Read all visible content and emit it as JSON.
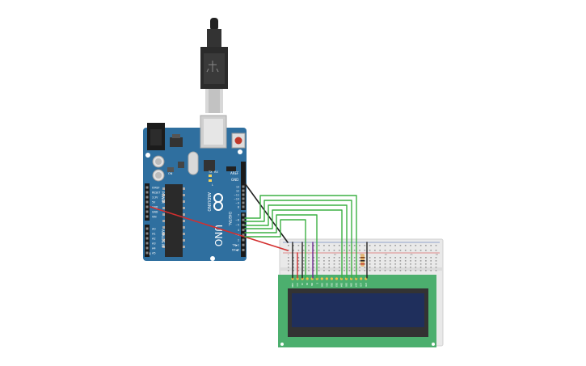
{
  "arduino": {
    "board_name": "UNO",
    "brand": "ARDUINO",
    "label_digital": "DIGITAL",
    "label_power": "POWER",
    "label_analog": "ANALOG IN",
    "label_aref": "AREF",
    "label_gnd": "GND",
    "label_tx": "TX",
    "label_rx": "RX",
    "label_on": "ON",
    "label_l": "L",
    "power_pins": [
      "IOREF",
      "RESET",
      "3.3V",
      "5V",
      "GND",
      "GND",
      "VIN"
    ],
    "analog_pins": [
      "A0",
      "A1",
      "A2",
      "A3",
      "A4",
      "A5"
    ],
    "digital_pins": [
      "13",
      "12",
      "~11",
      "~10",
      "~9",
      "8",
      "7",
      "~6",
      "~5",
      "4",
      "~3",
      "2",
      "TX▶1",
      "RX◀0"
    ]
  },
  "lcd": {
    "pins": [
      "GND",
      "VCC",
      "V0",
      "RS",
      "RW",
      "E",
      "DB0",
      "DB1",
      "DB2",
      "DB3",
      "DB4",
      "DB5",
      "DB6",
      "DB7",
      "LED",
      "LED"
    ]
  },
  "breadboard": {
    "col_numbers": [
      "1",
      "5",
      "10",
      "15",
      "20",
      "25",
      "30"
    ]
  },
  "colors": {
    "board": "#2f6f9f",
    "lcd_pcb": "#4caf6e",
    "lcd_screen": "#1f2f5c",
    "wire_green": "#3cb043",
    "wire_red": "#d32f2f",
    "wire_black": "#222222",
    "wire_purple": "#6a2c8c"
  }
}
